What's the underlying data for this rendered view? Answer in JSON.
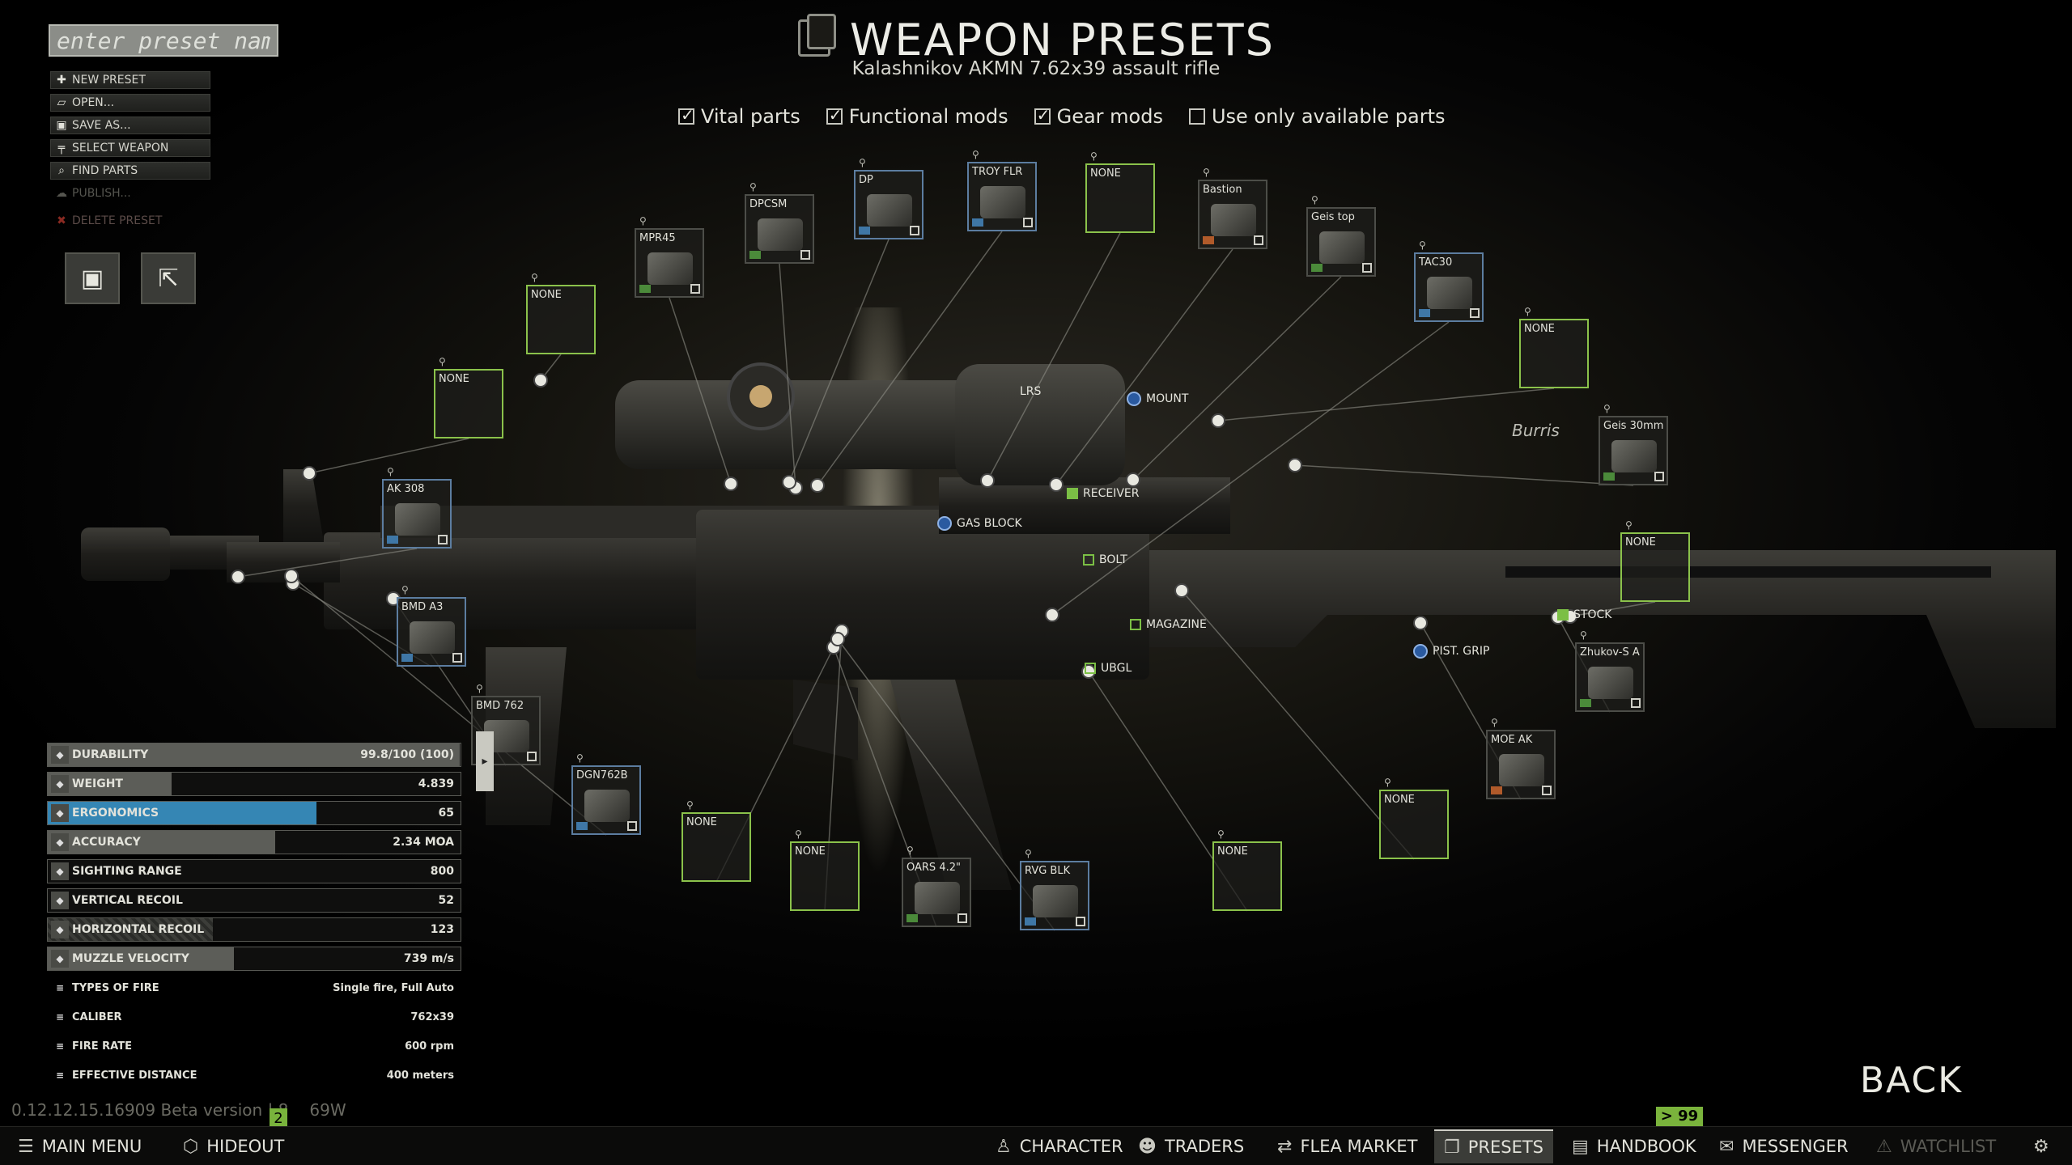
{
  "header": {
    "title": "WEAPON PRESETS",
    "subtitle": "Kalashnikov AKMN 7.62x39 assault rifle"
  },
  "preset_input": {
    "placeholder": "enter preset name"
  },
  "menu": [
    {
      "label": "NEW PRESET",
      "icon": "gear-plus-icon",
      "glyph": "✚"
    },
    {
      "label": "OPEN...",
      "icon": "folder-icon",
      "glyph": "▱"
    },
    {
      "label": "SAVE AS...",
      "icon": "floppy-icon",
      "glyph": "▣"
    },
    {
      "label": "SELECT WEAPON",
      "icon": "rifle-icon",
      "glyph": "╤"
    },
    {
      "label": "FIND PARTS",
      "icon": "magnifier-icon",
      "glyph": "⌕"
    },
    {
      "label": "PUBLISH...",
      "icon": "cloud-icon",
      "glyph": "☁"
    },
    {
      "label": "DELETE PRESET",
      "icon": "delete-icon",
      "glyph": "✖"
    }
  ],
  "filters": [
    {
      "label": "Vital parts",
      "checked": true
    },
    {
      "label": "Functional mods",
      "checked": true
    },
    {
      "label": "Gear mods",
      "checked": true
    },
    {
      "label": "Use only available parts",
      "checked": false
    }
  ],
  "slots": [
    {
      "label": "NONE",
      "empty": true
    },
    {
      "label": "NONE",
      "empty": true
    },
    {
      "label": "MPR45",
      "chip": "green"
    },
    {
      "label": "DPCSM",
      "chip": "green"
    },
    {
      "label": "DP",
      "chip": "blue"
    },
    {
      "label": "TROY FLR",
      "chip": "blue"
    },
    {
      "label": "NONE",
      "empty": true
    },
    {
      "label": "Bastion",
      "chip": "orange"
    },
    {
      "label": "Geis top",
      "chip": "green"
    },
    {
      "label": "TAC30",
      "chip": "blue"
    },
    {
      "label": "NONE",
      "empty": true
    },
    {
      "label": "Geis 30mm",
      "chip": "green"
    },
    {
      "label": "AK 308",
      "chip": "blue"
    },
    {
      "label": "BMD A3",
      "chip": "blue"
    },
    {
      "label": "BMD 762",
      "chip": "none"
    },
    {
      "label": "DGN762B",
      "chip": "blue"
    },
    {
      "label": "NONE",
      "empty": true
    },
    {
      "label": "NONE",
      "empty": true
    },
    {
      "label": "OARS 4.2\"",
      "chip": "green"
    },
    {
      "label": "RVG BLK",
      "chip": "blue"
    },
    {
      "label": "NONE",
      "empty": true
    },
    {
      "label": "NONE",
      "empty": true
    },
    {
      "label": "MOE AK",
      "chip": "orange"
    },
    {
      "label": "NONE",
      "empty": true
    },
    {
      "label": "Zhukov-S A",
      "chip": "green"
    }
  ],
  "markers": [
    {
      "label": "MOUNT",
      "kind": "circle"
    },
    {
      "label": "RECEIVER",
      "kind": "square-fill"
    },
    {
      "label": "GAS BLOCK",
      "kind": "circle"
    },
    {
      "label": "BOLT",
      "kind": "square"
    },
    {
      "label": "MAGAZINE",
      "kind": "square"
    },
    {
      "label": "UBGL",
      "kind": "square"
    },
    {
      "label": "PIST. GRIP",
      "kind": "circle"
    },
    {
      "label": "STOCK",
      "kind": "square-fill"
    }
  ],
  "scope_label": "LRS",
  "scope_brand": "Burris",
  "stats": [
    {
      "label": "DURABILITY",
      "value": "99.8/100 (100)",
      "bar": 0.998,
      "style": "grey",
      "icon": "wrench-icon"
    },
    {
      "label": "WEIGHT",
      "value": "4.839",
      "bar": 0.3,
      "style": "grey",
      "icon": "weight-icon"
    },
    {
      "label": "ERGONOMICS",
      "value": "65",
      "bar": 0.65,
      "style": "blue",
      "icon": "hand-icon"
    },
    {
      "label": "ACCURACY",
      "value": "2.34 MOA",
      "bar": 0.55,
      "style": "grey",
      "icon": "crosshair-icon"
    },
    {
      "label": "SIGHTING RANGE",
      "value": "800",
      "bar": 0,
      "style": "none",
      "icon": "sight-icon"
    },
    {
      "label": "VERTICAL RECOIL",
      "value": "52",
      "bar": 0,
      "style": "none",
      "icon": "vrecoil-icon"
    },
    {
      "label": "HORIZONTAL RECOIL",
      "value": "123",
      "bar": 0.4,
      "style": "hatch",
      "icon": "hrecoil-icon"
    },
    {
      "label": "MUZZLE VELOCITY",
      "value": "739 m/s",
      "bar": 0.45,
      "style": "grey",
      "icon": "velocity-icon"
    }
  ],
  "info": [
    {
      "label": "TYPES OF FIRE",
      "value": "Single fire, Full Auto",
      "icon": "firemode-icon"
    },
    {
      "label": "CALIBER",
      "value": "762x39",
      "icon": "caliber-icon"
    },
    {
      "label": "FIRE RATE",
      "value": "600 rpm",
      "icon": "firerate-icon"
    },
    {
      "label": "EFFECTIVE DISTANCE",
      "value": "400 meters",
      "icon": "distance-icon"
    }
  ],
  "version_text": "0.12.12.15.16909 Beta version | 8",
  "version_suffix": "69W",
  "version_badge": "2",
  "back_label": "BACK",
  "notification": "> 99",
  "nav": [
    {
      "label": "MAIN MENU",
      "icon": "hamburger-icon",
      "glyph": "☰"
    },
    {
      "label": "HIDEOUT",
      "icon": "hideout-icon",
      "glyph": "⬡"
    },
    {
      "label": "CHARACTER",
      "icon": "character-icon",
      "glyph": "♙"
    },
    {
      "label": "TRADERS",
      "icon": "traders-icon",
      "glyph": "☻"
    },
    {
      "label": "FLEA MARKET",
      "icon": "flea-market-icon",
      "glyph": "⇄"
    },
    {
      "label": "PRESETS",
      "icon": "presets-icon",
      "glyph": "❐",
      "active": true
    },
    {
      "label": "HANDBOOK",
      "icon": "handbook-icon",
      "glyph": "▤"
    },
    {
      "label": "MESSENGER",
      "icon": "messenger-icon",
      "glyph": "✉"
    },
    {
      "label": "WATCHLIST",
      "icon": "watchlist-icon",
      "glyph": "⚠",
      "disabled": true
    },
    {
      "label": "",
      "icon": "settings-icon",
      "glyph": "⚙"
    }
  ]
}
